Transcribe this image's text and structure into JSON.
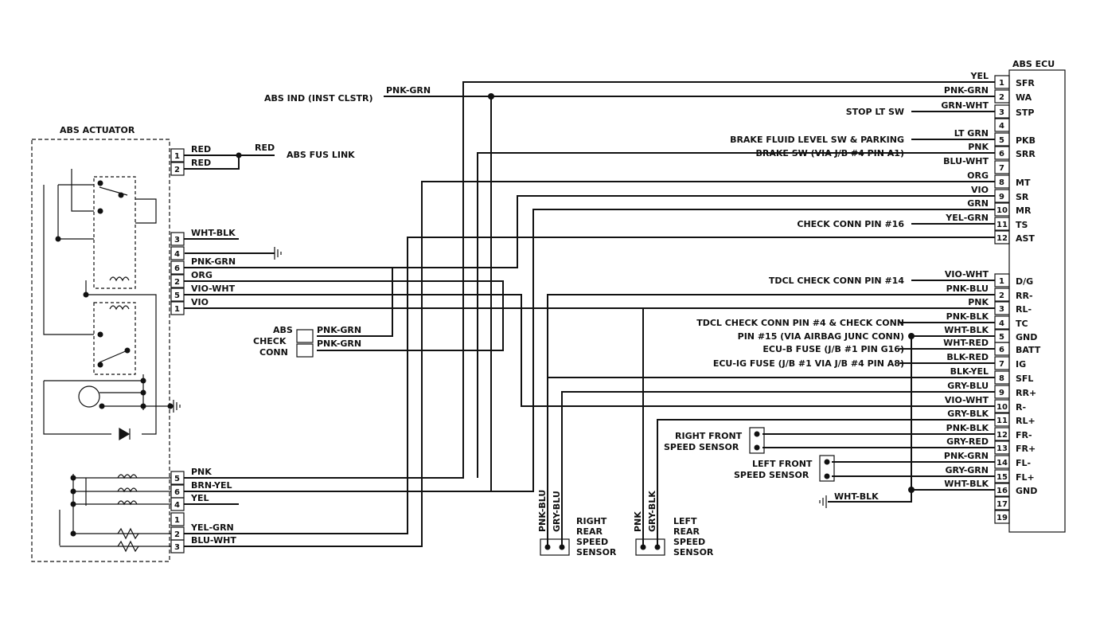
{
  "actuator": {
    "title": "ABS ACTUATOR",
    "fuse_link": "ABS FUS LINK",
    "fuse_wire": "RED",
    "pins_top": [
      {
        "num": "1",
        "wire": "RED"
      },
      {
        "num": "2",
        "wire": "RED"
      },
      {
        "num": "3",
        "wire": "WHT-BLK"
      },
      {
        "num": "4",
        "wire": ""
      },
      {
        "num": "6",
        "wire": "PNK-GRN"
      },
      {
        "num": "2",
        "wire": "ORG"
      },
      {
        "num": "5",
        "wire": "VIO-WHT"
      },
      {
        "num": "1",
        "wire": "VIO"
      }
    ],
    "pins_bottom": [
      {
        "num": "5",
        "wire": "PNK"
      },
      {
        "num": "6",
        "wire": "BRN-YEL"
      },
      {
        "num": "4",
        "wire": "YEL"
      },
      {
        "num": "1",
        "wire": ""
      },
      {
        "num": "2",
        "wire": "YEL-GRN"
      },
      {
        "num": "3",
        "wire": "BLU-WHT"
      }
    ]
  },
  "left_labels": {
    "abs_ind": "ABS IND (INST CLSTR)",
    "abs_ind_wire": "PNK-GRN",
    "check_conn": [
      "ABS",
      "CHECK",
      "CONN"
    ],
    "check_wires": [
      "PNK-GRN",
      "PNK-GRN"
    ]
  },
  "ecu": {
    "title": "ABS ECU",
    "upper": [
      {
        "num": "1",
        "name": "SFR",
        "wire": "YEL",
        "ext": ""
      },
      {
        "num": "2",
        "name": "WA",
        "wire": "PNK-GRN",
        "ext": ""
      },
      {
        "num": "3",
        "name": "STP",
        "wire": "GRN-WHT",
        "ext": "STOP LT SW"
      },
      {
        "num": "4",
        "name": "",
        "wire": "",
        "ext": ""
      },
      {
        "num": "5",
        "name": "PKB",
        "wire": "LT GRN",
        "ext": "BRAKE FLUID LEVEL SW & PARKING"
      },
      {
        "num": "6",
        "name": "SRR",
        "wire": "PNK",
        "ext": "BRAKE SW (VIA J/B #4 PIN A1)"
      },
      {
        "num": "7",
        "name": "",
        "wire": "BLU-WHT",
        "ext": ""
      },
      {
        "num": "8",
        "name": "MT",
        "wire": "ORG",
        "ext": ""
      },
      {
        "num": "9",
        "name": "SR",
        "wire": "VIO",
        "ext": ""
      },
      {
        "num": "10",
        "name": "MR",
        "wire": "GRN",
        "ext": ""
      },
      {
        "num": "11",
        "name": "TS",
        "wire": "YEL-GRN",
        "ext": "CHECK CONN PIN #16"
      },
      {
        "num": "12",
        "name": "AST",
        "wire": "",
        "ext": ""
      }
    ],
    "lower": [
      {
        "num": "1",
        "name": "D/G",
        "wire": "VIO-WHT",
        "ext": "TDCL CHECK CONN PIN #14"
      },
      {
        "num": "2",
        "name": "RR-",
        "wire": "PNK-BLU",
        "ext": ""
      },
      {
        "num": "3",
        "name": "RL-",
        "wire": "PNK",
        "ext": ""
      },
      {
        "num": "4",
        "name": "TC",
        "wire": "PNK-BLK",
        "ext": "TDCL CHECK CONN PIN #4 & CHECK CONN"
      },
      {
        "num": "5",
        "name": "GND",
        "wire": "WHT-BLK",
        "ext": "PIN #15 (VIA AIRBAG JUNC CONN)"
      },
      {
        "num": "6",
        "name": "BATT",
        "wire": "WHT-RED",
        "ext": "ECU-B FUSE (J/B #1 PIN G16)"
      },
      {
        "num": "7",
        "name": "IG",
        "wire": "BLK-RED",
        "ext": "ECU-IG FUSE (J/B #1 VIA J/B #4 PIN A8)"
      },
      {
        "num": "8",
        "name": "SFL",
        "wire": "BLK-YEL",
        "ext": ""
      },
      {
        "num": "9",
        "name": "RR+",
        "wire": "GRY-BLU",
        "ext": ""
      },
      {
        "num": "10",
        "name": "R-",
        "wire": "VIO-WHT",
        "ext": ""
      },
      {
        "num": "11",
        "name": "RL+",
        "wire": "GRY-BLK",
        "ext": ""
      },
      {
        "num": "12",
        "name": "FR-",
        "wire": "PNK-BLK",
        "ext": ""
      },
      {
        "num": "13",
        "name": "FR+",
        "wire": "GRY-RED",
        "ext": ""
      },
      {
        "num": "14",
        "name": "FL-",
        "wire": "PNK-GRN",
        "ext": ""
      },
      {
        "num": "15",
        "name": "FL+",
        "wire": "GRY-GRN",
        "ext": ""
      },
      {
        "num": "16",
        "name": "GND",
        "wire": "WHT-BLK",
        "ext": ""
      },
      {
        "num": "17",
        "name": "",
        "wire": "",
        "ext": ""
      },
      {
        "num": "19",
        "name": "",
        "wire": "",
        "ext": ""
      }
    ]
  },
  "sensors": {
    "right_front": [
      "RIGHT FRONT",
      "SPEED SENSOR"
    ],
    "left_front": [
      "LEFT FRONT",
      "SPEED SENSOR"
    ],
    "right_rear": [
      "RIGHT",
      "REAR",
      "SPEED",
      "SENSOR"
    ],
    "left_rear": [
      "LEFT",
      "REAR",
      "SPEED",
      "SENSOR"
    ],
    "right_rear_wires": [
      "PNK-BLU",
      "GRY-BLU"
    ],
    "left_rear_wires": [
      "PNK",
      "GRY-BLK"
    ],
    "ground_wire": "WHT-BLK"
  }
}
